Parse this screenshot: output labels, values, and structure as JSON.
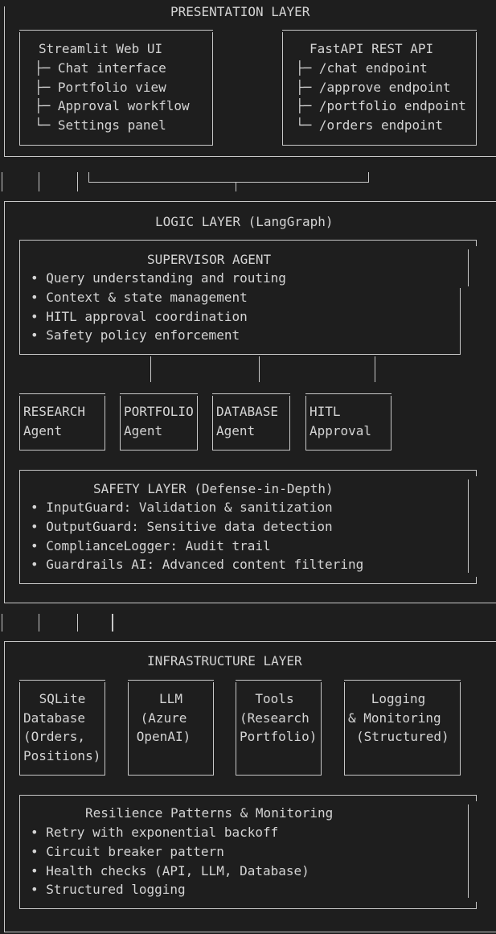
{
  "presentation": {
    "title": "PRESENTATION LAYER",
    "streamlit": {
      "title": "Streamlit Web UI",
      "items": [
        "├─ Chat interface",
        "├─ Portfolio view",
        "├─ Approval workflow",
        "└─ Settings panel"
      ]
    },
    "fastapi": {
      "title": "FastAPI REST API",
      "items": [
        "├─ /chat endpoint",
        "├─ /approve endpoint",
        "├─ /portfolio endpoint",
        "└─ /orders endpoint"
      ]
    }
  },
  "logic": {
    "title": "LOGIC LAYER (LangGraph)",
    "supervisor": {
      "title": "SUPERVISOR AGENT",
      "items": [
        "• Query understanding and routing",
        "• Context & state management",
        "• HITL approval coordination",
        "• Safety policy enforcement"
      ]
    },
    "agents": [
      {
        "line1": "RESEARCH",
        "line2": "Agent"
      },
      {
        "line1": "PORTFOLIO",
        "line2": "Agent"
      },
      {
        "line1": "DATABASE",
        "line2": "Agent"
      },
      {
        "line1": "HITL",
        "line2": "Approval"
      }
    ],
    "safety": {
      "title": "SAFETY LAYER (Defense-in-Depth)",
      "items": [
        "• InputGuard: Validation & sanitization",
        "• OutputGuard: Sensitive data detection",
        "• ComplianceLogger: Audit trail",
        "• Guardrails AI: Advanced content filtering"
      ]
    }
  },
  "infrastructure": {
    "title": "INFRASTRUCTURE LAYER",
    "components": [
      {
        "lines": [
          "SQLite",
          "Database",
          "(Orders,",
          "Positions)"
        ]
      },
      {
        "lines": [
          "LLM",
          "(Azure",
          "OpenAI)"
        ]
      },
      {
        "lines": [
          "Tools",
          "(Research",
          "Portfolio)"
        ]
      },
      {
        "lines": [
          "Logging",
          "& Monitoring",
          "(Structured)"
        ]
      }
    ],
    "resilience": {
      "title": "Resilience Patterns & Monitoring",
      "items": [
        "• Retry with exponential backoff",
        "• Circuit breaker pattern",
        "• Health checks (API, LLM, Database)",
        "• Structured logging"
      ]
    }
  }
}
